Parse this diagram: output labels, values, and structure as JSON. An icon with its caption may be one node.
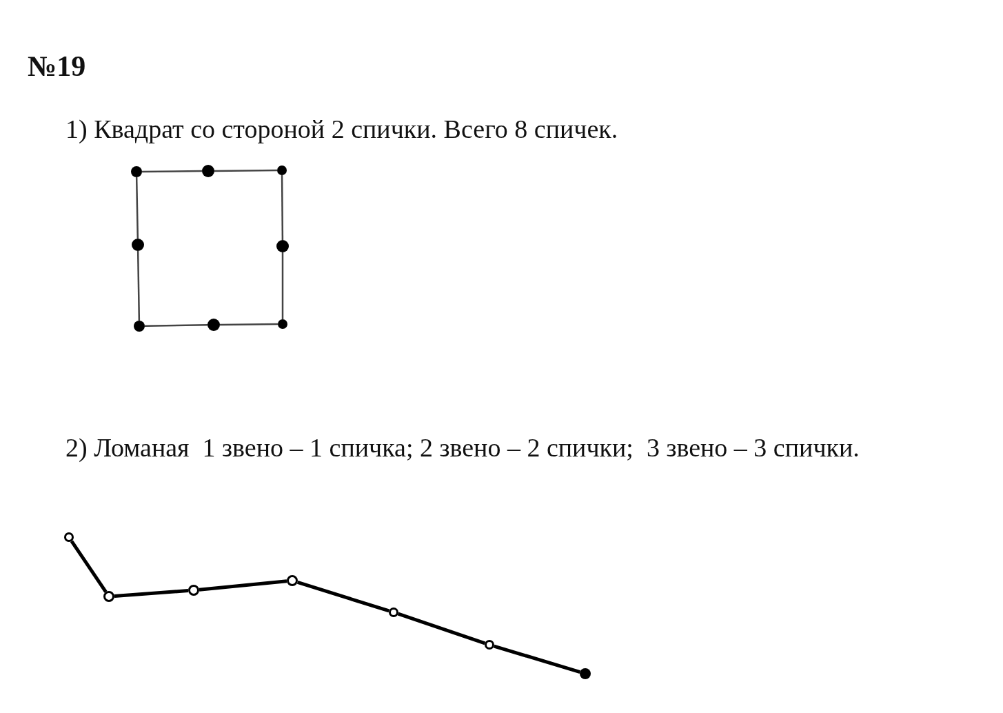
{
  "diagram": {
    "title": "№19",
    "nodes": [
      {
        "text": [],
        "shape": "circle"
      },
      {
        "text": [],
        "shape": "circle"
      },
      {
        "text": [],
        "shape": "circle"
      },
      {
        "text": [],
        "shape": "circle"
      },
      {
        "text": [],
        "shape": "circle"
      },
      {
        "text": [],
        "shape": "circle"
      },
      {
        "text": [],
        "shape": "circle"
      },
      {
        "text": [],
        "shape": "circle"
      },
      {
        "text": [],
        "shape": "circle"
      },
      {
        "text": [],
        "shape": "circle"
      },
      {
        "text": [],
        "shape": "circle"
      },
      {
        "text": [],
        "shape": "circle"
      },
      {
        "text": [],
        "shape": "circle"
      },
      {
        "text": [],
        "shape": "circle"
      },
      {
        "text": [],
        "shape": "circle"
      }
    ],
    "edges": [
      {
        "from": 0,
        "to": 1,
        "arrow": "none"
      },
      {
        "from": 1,
        "to": 2,
        "arrow": "none"
      },
      {
        "from": 2,
        "to": 4,
        "arrow": "none"
      },
      {
        "from": 4,
        "to": 7,
        "arrow": "none"
      },
      {
        "from": 7,
        "to": 6,
        "arrow": "none"
      },
      {
        "from": 6,
        "to": 5,
        "arrow": "none"
      },
      {
        "from": 5,
        "to": 3,
        "arrow": "none"
      },
      {
        "from": 3,
        "to": 0,
        "arrow": "none"
      },
      {
        "from": 8,
        "to": 9,
        "arrow": "none",
        "style": "thick"
      },
      {
        "from": 9,
        "to": 10,
        "arrow": "none",
        "style": "thick"
      },
      {
        "from": 10,
        "to": 11,
        "arrow": "none",
        "style": "thick"
      },
      {
        "from": 11,
        "to": 12,
        "arrow": "none",
        "style": "thick"
      },
      {
        "from": 12,
        "to": 13,
        "arrow": "none",
        "style": "thick"
      },
      {
        "from": 13,
        "to": 14,
        "arrow": "none",
        "style": "thick"
      }
    ],
    "labels": [
      "1) Квадрат со стороной 2 спички. Всего 8 спичек.",
      "2) Ломаная  1 звено – 1 спичка; 2 звено – 2 спички;  3 звено – 3 спички."
    ]
  }
}
